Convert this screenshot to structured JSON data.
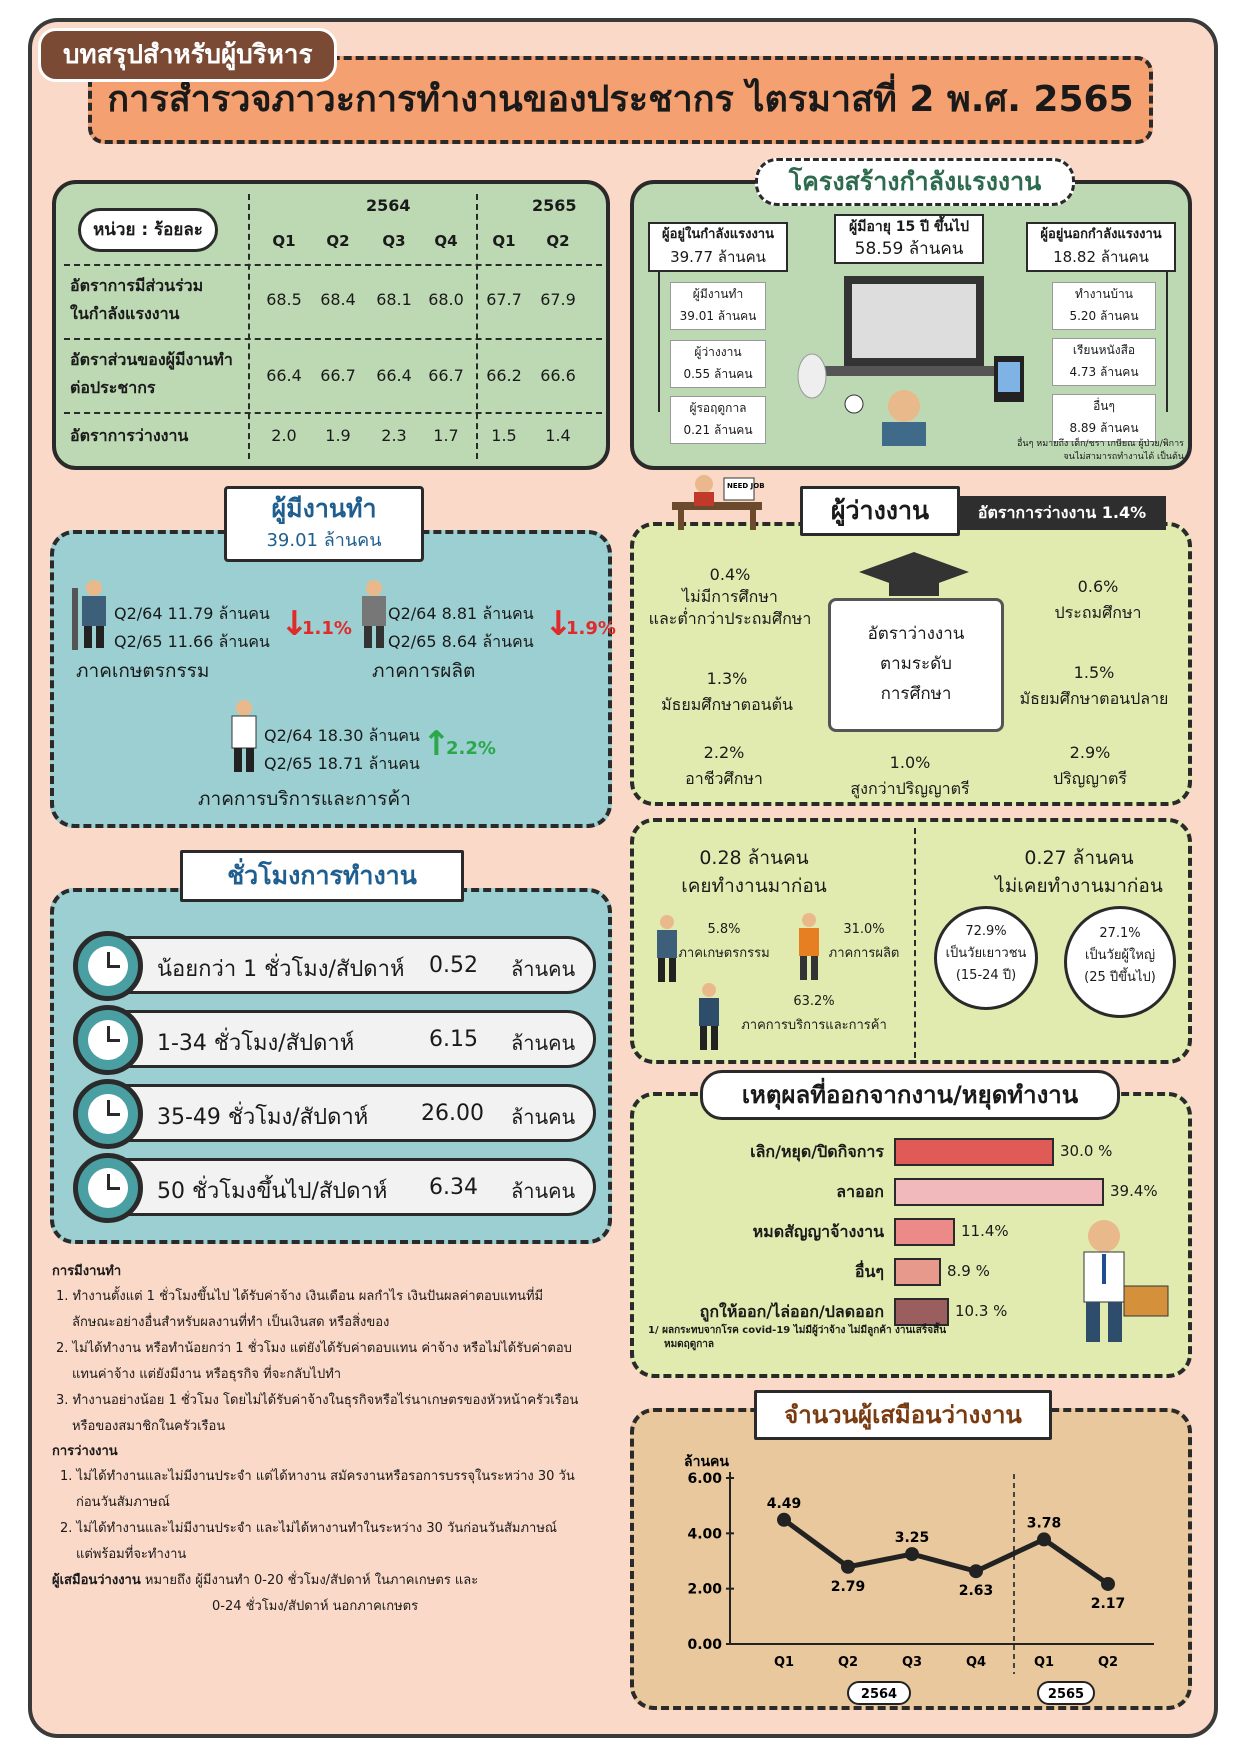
{
  "header": {
    "tag": "บทสรุปสำหรับผู้บริหาร",
    "title": "การสำรวจภาวะการทำงานของประชากร  ไตรมาสที่ 2 พ.ศ. 2565"
  },
  "rates": {
    "unit": "หน่วย : ร้อยละ",
    "years": [
      "2564",
      "2565"
    ],
    "quarters": [
      "Q1",
      "Q2",
      "Q3",
      "Q4",
      "Q1",
      "Q2"
    ],
    "rows": [
      {
        "label1": "อัตราการมีส่วนร่วม",
        "label2": "ในกำลังแรงงาน",
        "values": [
          "68.5",
          "68.4",
          "68.1",
          "68.0",
          "67.7",
          "67.9"
        ]
      },
      {
        "label1": "อัตราส่วนของผู้มีงานทำ",
        "label2": "ต่อประชากร",
        "values": [
          "66.4",
          "66.7",
          "66.4",
          "66.7",
          "66.2",
          "66.6"
        ]
      },
      {
        "label1": "อัตราการว่างงาน",
        "label2": "",
        "values": [
          "2.0",
          "1.9",
          "2.3",
          "1.7",
          "1.5",
          "1.4"
        ]
      }
    ]
  },
  "labor": {
    "title": "โครงสร้างกำลังแรงงาน",
    "in_force": "ผู้อยู่ในกำลังแรงงาน",
    "in_force_value": "39.77 ล้านคน",
    "age15": "ผู้มีอายุ 15 ปี ขึ้นไป",
    "age15_value": "58.59 ล้านคน",
    "out_force": "ผู้อยู่นอกกำลังแรงงาน",
    "out_force_value": "18.82 ล้านคน",
    "left": [
      {
        "label": "ผู้มีงานทำ",
        "value": "39.01 ล้านคน"
      },
      {
        "label": "ผู้ว่างงาน",
        "value": "0.55 ล้านคน"
      },
      {
        "label": "ผู้รอฤดูกาล",
        "value": "0.21 ล้านคน"
      }
    ],
    "right": [
      {
        "label": "ทำงานบ้าน",
        "value": "5.20 ล้านคน"
      },
      {
        "label": "เรียนหนังสือ",
        "value": "4.73 ล้านคน"
      },
      {
        "label": "อื่นๆ",
        "value": "8.89 ล้านคน"
      }
    ],
    "note1": "อื่นๆ  หมายถึง  เด็ก/ชรา  เกษียณ  ผู้ป่วย/พิการ",
    "note2": "จนไม่สามารถทำงานได้ เป็นต้น"
  },
  "employed": {
    "title": "ผู้มีงานทำ",
    "value": "39.01 ล้านคน",
    "agri": {
      "a": "Q2/64  11.79  ล้านคน",
      "b": "Q2/65  11.66  ล้านคน",
      "pct": "1.1%",
      "name": "ภาคเกษตรกรรม"
    },
    "manu": {
      "a": "Q2/64  8.81  ล้านคน",
      "b": "Q2/65  8.64  ล้านคน",
      "pct": "1.9%",
      "name": "ภาคการผลิต"
    },
    "serv": {
      "a": "Q2/64 18.30  ล้านคน",
      "b": "Q2/65 18.71  ล้านคน",
      "pct": "2.2%",
      "name": "ภาคการบริการและการค้า"
    }
  },
  "unemployed": {
    "title": "ผู้ว่างงาน",
    "rate": "อัตราการว่างงาน 1.4%",
    "need_job": "NEED JOB",
    "center": [
      "อัตราว่างงาน",
      "ตามระดับ",
      "การศึกษา"
    ],
    "edu": [
      {
        "pct": "0.4%",
        "l1": "ไม่มีการศึกษา",
        "l2": "และต่ำกว่าประถมศึกษา"
      },
      {
        "pct": "0.6%",
        "l1": "ประถมศึกษา",
        "l2": ""
      },
      {
        "pct": "1.3%",
        "l1": "มัธยมศึกษาตอนต้น",
        "l2": ""
      },
      {
        "pct": "1.5%",
        "l1": "มัธยมศึกษาตอนปลาย",
        "l2": ""
      },
      {
        "pct": "2.2%",
        "l1": "อาชีวศึกษา",
        "l2": ""
      },
      {
        "pct": "1.0%",
        "l1": "สูงกว่าปริญญาตรี",
        "l2": ""
      },
      {
        "pct": "2.9%",
        "l1": "ปริญญาตรี",
        "l2": ""
      }
    ]
  },
  "prev": {
    "worked_value": "0.28 ล้านคน",
    "worked_label": "เคยทำงานมาก่อน",
    "never_value": "0.27 ล้านคน",
    "never_label": "ไม่เคยทำงานมาก่อน",
    "agri_pct": "5.8%",
    "agri": "ภาคเกษตรกรรม",
    "manu_pct": "31.0%",
    "manu": "ภาคการผลิต",
    "serv_pct": "63.2%",
    "serv": "ภาคการบริการและการค้า",
    "young_pct": "72.9%",
    "young1": "เป็นวัยเยาวชน",
    "young2": "(15-24 ปี)",
    "adult_pct": "27.1%",
    "adult1": "เป็นวัยผู้ใหญ่",
    "adult2": "(25 ปีขึ้นไป)"
  },
  "hours": {
    "title": "ชั่วโมงการทำงาน",
    "rows": [
      {
        "label": "น้อยกว่า 1 ชั่วโมง/สัปดาห์",
        "value": "0.52",
        "unit": "ล้านคน"
      },
      {
        "label": "1-34 ชั่วโมง/สัปดาห์",
        "value": "6.15",
        "unit": "ล้านคน"
      },
      {
        "label": "35-49 ชั่วโมง/สัปดาห์",
        "value": "26.00",
        "unit": "ล้านคน"
      },
      {
        "label": "50 ชั่วโมงขึ้นไป/สัปดาห์",
        "value": "6.34",
        "unit": "ล้านคน"
      }
    ]
  },
  "reasons": {
    "title": "เหตุผลที่ออกจากงาน/หยุดทำงาน",
    "items": [
      {
        "label": "เลิก/หยุด/ปิดกิจการ",
        "value": 30.0,
        "text": "30.0 %",
        "color": "#e05a58"
      },
      {
        "label": "ลาออก",
        "value": 39.4,
        "text": "39.4%",
        "color": "#f2b9bd"
      },
      {
        "label": "หมดสัญญาจ้างงาน",
        "value": 11.4,
        "text": "11.4%",
        "color": "#ec8a8a"
      },
      {
        "label": "อื่นๆ",
        "value": 8.9,
        "text": "8.9 %",
        "color": "#e79a8c"
      },
      {
        "label": "ถูกให้ออก/ไล่ออก/ปลดออก",
        "value": 10.3,
        "text": "10.3 %",
        "color": "#9a5e5e"
      }
    ],
    "footnote_mark": "1/",
    "footnote": "ผลกระทบจากโรค covid-19 ไม่มีผู้ว่าจ้าง ไม่มีลูกค้า งานเสร็จสิ้น",
    "footnote2": "หมดฤดูกาล"
  },
  "definitions": {
    "emp_title": "การมีงานทำ",
    "emp": [
      [
        "1. ทำงานตั้งแต่ 1 ชั่วโมงขึ้นไป ได้รับค่าจ้าง เงินเดือน ผลกำไร เงินปันผลค่าตอบแทนที่มี",
        "ลักษณะอย่างอื่นสำหรับผลงานที่ทำ เป็นเงินสด หรือสิ่งของ"
      ],
      [
        "2. ไม่ได้ทำงาน หรือทำน้อยกว่า 1 ชั่วโมง แต่ยังได้รับค่าตอบแทน ค่าจ้าง หรือไม่ได้รับค่าตอบ",
        "แทนค่าจ้าง แต่ยังมีงาน หรือธุรกิจ ที่จะกลับไปทำ"
      ],
      [
        "3. ทำงานอย่างน้อย 1 ชั่วโมง โดยไม่ได้รับค่าจ้างในธุรกิจหรือไร่นาเกษตรของหัวหน้าครัวเรือน",
        "หรือของสมาชิกในครัวเรือน"
      ]
    ],
    "unemp_title": "การว่างงาน",
    "unemp": [
      [
        "1. ไม่ได้ทำงานและไม่มีงานประจำ แต่ได้หางาน สมัครงานหรือรอการบรรจุในระหว่าง 30 วัน",
        "ก่อนวันสัมภาษณ์"
      ],
      [
        "2. ไม่ได้ทำงานและไม่มีงานประจำ และไม่ได้หางานทำในระหว่าง 30 วันก่อนวันสัมภาษณ์",
        "แต่พร้อมที่จะทำงาน"
      ]
    ],
    "under_title": "ผู้เสมือนว่างงาน",
    "under1": "หมายถึง  ผู้มีงานทำ 0-20 ชั่วโมง/สัปดาห์ ในภาคเกษตร และ",
    "under2": "0-24 ชั่วโมง/สัปดาห์ นอกภาคเกษตร"
  },
  "chart_data": {
    "type": "line",
    "title": "จำนวนผู้เสมือนว่างงาน",
    "ylabel": "ล้านคน",
    "categories": [
      "Q1",
      "Q2",
      "Q3",
      "Q4",
      "Q1",
      "Q2"
    ],
    "groups": [
      "2564",
      "2565"
    ],
    "values": [
      4.49,
      2.79,
      3.25,
      2.63,
      3.78,
      2.17
    ],
    "labels": [
      "4.49",
      "2.79",
      "3.25",
      "2.63",
      "3.78",
      "2.17"
    ],
    "yticks": [
      "6.00",
      "4.00",
      "2.00",
      "0.00"
    ],
    "ylim": [
      0,
      6
    ],
    "grid": false
  }
}
